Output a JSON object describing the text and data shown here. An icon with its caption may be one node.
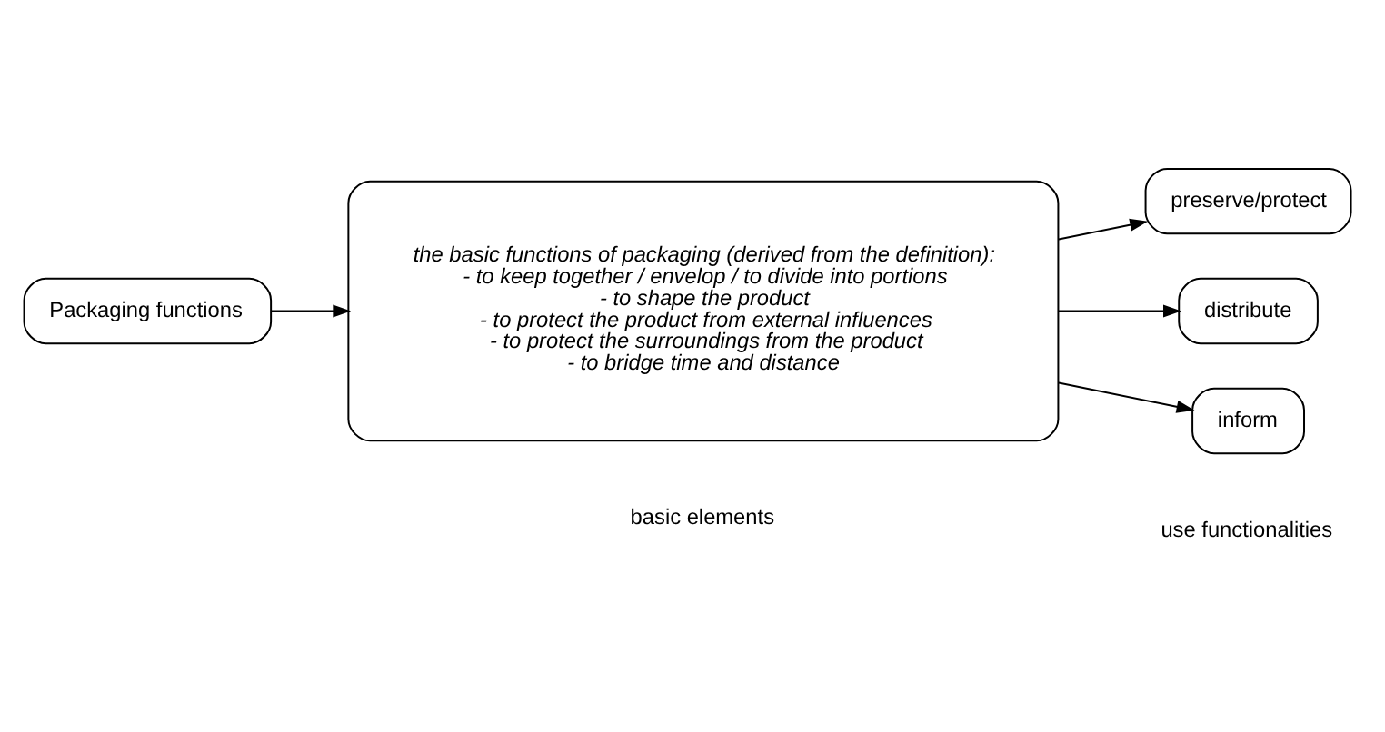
{
  "diagram": {
    "nodes": [
      {
        "text": [
          "Packaging functions"
        ]
      },
      {
        "text": [
          "the basic functions of packaging (derived from the definition):",
          "- to keep together / envelop / to divide into portions",
          "- to shape the product",
          "- to protect the product from external influences",
          "- to protect the surroundings from the product",
          "- to bridge time and distance"
        ]
      },
      {
        "text": [
          "preserve/protect"
        ]
      },
      {
        "text": [
          "distribute"
        ]
      },
      {
        "text": [
          "inform"
        ]
      }
    ],
    "edges": [
      {
        "from": 0,
        "to": 1,
        "arrow": "to"
      },
      {
        "from": 1,
        "to": 2,
        "arrow": "to"
      },
      {
        "from": 1,
        "to": 3,
        "arrow": "to"
      },
      {
        "from": 1,
        "to": 4,
        "arrow": "to"
      }
    ],
    "labels": [
      "basic elements",
      "use functionalities"
    ]
  }
}
